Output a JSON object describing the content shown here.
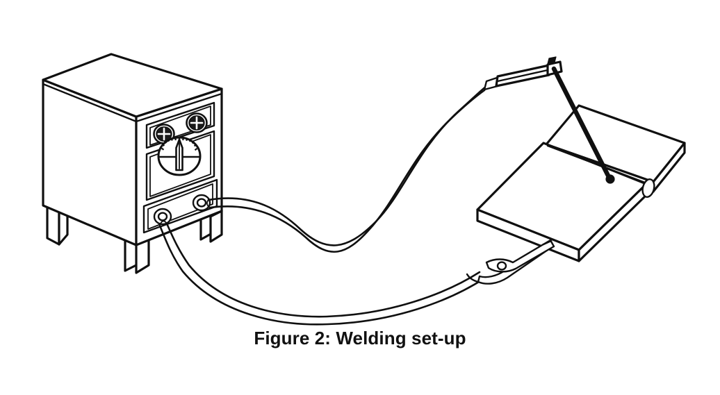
{
  "figure": {
    "caption": "Figure 2: Welding set-up",
    "caption_number": "2",
    "caption_title": "Welding set-up",
    "background_color": "#ffffff",
    "line_color": "#101010",
    "style": "black-and-white line drawing"
  },
  "components": {
    "welding_machine": {
      "name": "welding-machine",
      "description": "Arc welding power source cabinet shown in isometric view",
      "parts": {
        "cabinet": "cabinet-body",
        "top_panel": "top-panel",
        "control_panel": "control-panel",
        "leg_count": "3"
      }
    },
    "knobs": [
      {
        "name": "control-knob-left",
        "label": ""
      },
      {
        "name": "control-knob-right",
        "label": ""
      }
    ],
    "gauge": {
      "name": "amperage-gauge",
      "description": "Round analog meter with graduated arc scale and pointer needle",
      "needle_direction": "up"
    },
    "sockets": [
      {
        "name": "cable-socket-upper",
        "description": "electrode cable output terminal"
      },
      {
        "name": "cable-socket-lower",
        "description": "ground cable output terminal"
      }
    ],
    "cables": [
      {
        "name": "electrode-cable",
        "description": "Upper welding lead running from machine to electrode holder"
      },
      {
        "name": "ground-cable",
        "description": "Lower earth lead running from machine to ground clamp"
      }
    ],
    "electrode_holder": {
      "name": "electrode-holder",
      "description": "Insulated stinger gripping a welding electrode rod"
    },
    "electrode_rod": {
      "name": "electrode-rod",
      "description": "Consumable electrode striking an arc at the joint"
    },
    "ground_clamp": {
      "name": "ground-clamp",
      "description": "Spring clamp attached to the workpiece edge"
    },
    "workpieces": [
      {
        "name": "workpiece-plate-front",
        "description": "Lower metal plate"
      },
      {
        "name": "workpiece-plate-back",
        "description": "Upper metal plate angled to form the joint"
      }
    ],
    "weld_joint": {
      "name": "weld-joint",
      "description": "Seam where the two plates meet and the arc is struck"
    }
  }
}
